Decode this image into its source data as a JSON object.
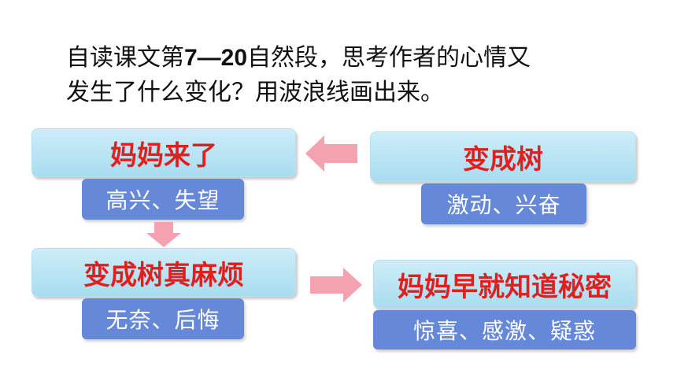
{
  "question": {
    "line1_prefix": "自读课文第",
    "line1_range": "7—20",
    "line1_suffix": "自然段，思考作者的心情又",
    "line2": "发生了什么变化？用波浪线画出来。"
  },
  "states": {
    "mama_came": {
      "title": "妈妈来了",
      "feeling": "高兴、失望"
    },
    "become_tree": {
      "title": "变成树",
      "feeling": "激动、兴奋"
    },
    "tree_trouble": {
      "title": "变成树真麻烦",
      "feeling": "无奈、后悔"
    },
    "mama_knew": {
      "title": "妈妈早就知道秘密",
      "feeling": "惊喜、感激、疑惑"
    }
  },
  "colors": {
    "state_text": "#e01f1f",
    "state_fill": "#b8e3f4",
    "feeling_fill": "#6688d8",
    "arrow": "#f4a2b0"
  },
  "icons": {
    "arrow_left": "arrow-left-icon",
    "arrow_down": "arrow-down-icon",
    "arrow_right": "arrow-right-icon"
  }
}
